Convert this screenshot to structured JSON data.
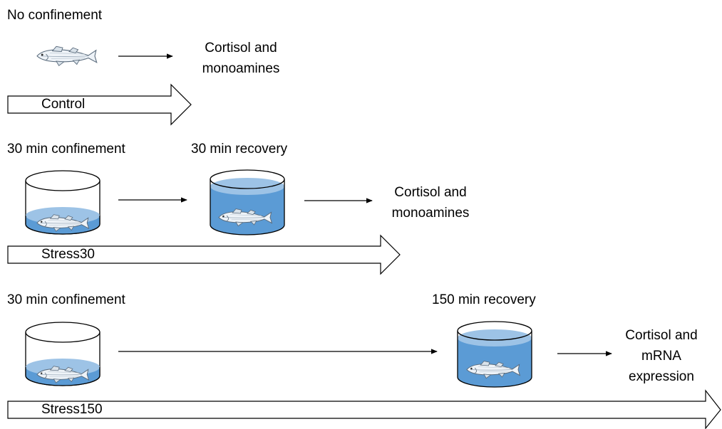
{
  "colors": {
    "water_light": "#9dc3e6",
    "water_mid": "#5b9bd5",
    "water_dark": "#2e75b6",
    "ink": "#000000"
  },
  "rows": [
    {
      "heading": "No confinement",
      "outcome_line1": "Cortisol and",
      "outcome_line2": "monoamines",
      "group": "Control",
      "icons": [
        "fish-icon"
      ]
    },
    {
      "heading": "30 min confinement",
      "recovery": "30 min recovery",
      "outcome_line1": "Cortisol and",
      "outcome_line2": "monoamines",
      "group": "Stress30",
      "icons": [
        "confinement-tank-icon",
        "recovery-tank-icon"
      ]
    },
    {
      "heading": "30 min confinement",
      "recovery": "150 min recovery",
      "outcome_line1": "Cortisol and",
      "outcome_line2": "mRNA",
      "outcome_line3": "expression",
      "group": "Stress150",
      "icons": [
        "confinement-tank-icon",
        "recovery-tank-icon"
      ]
    }
  ]
}
